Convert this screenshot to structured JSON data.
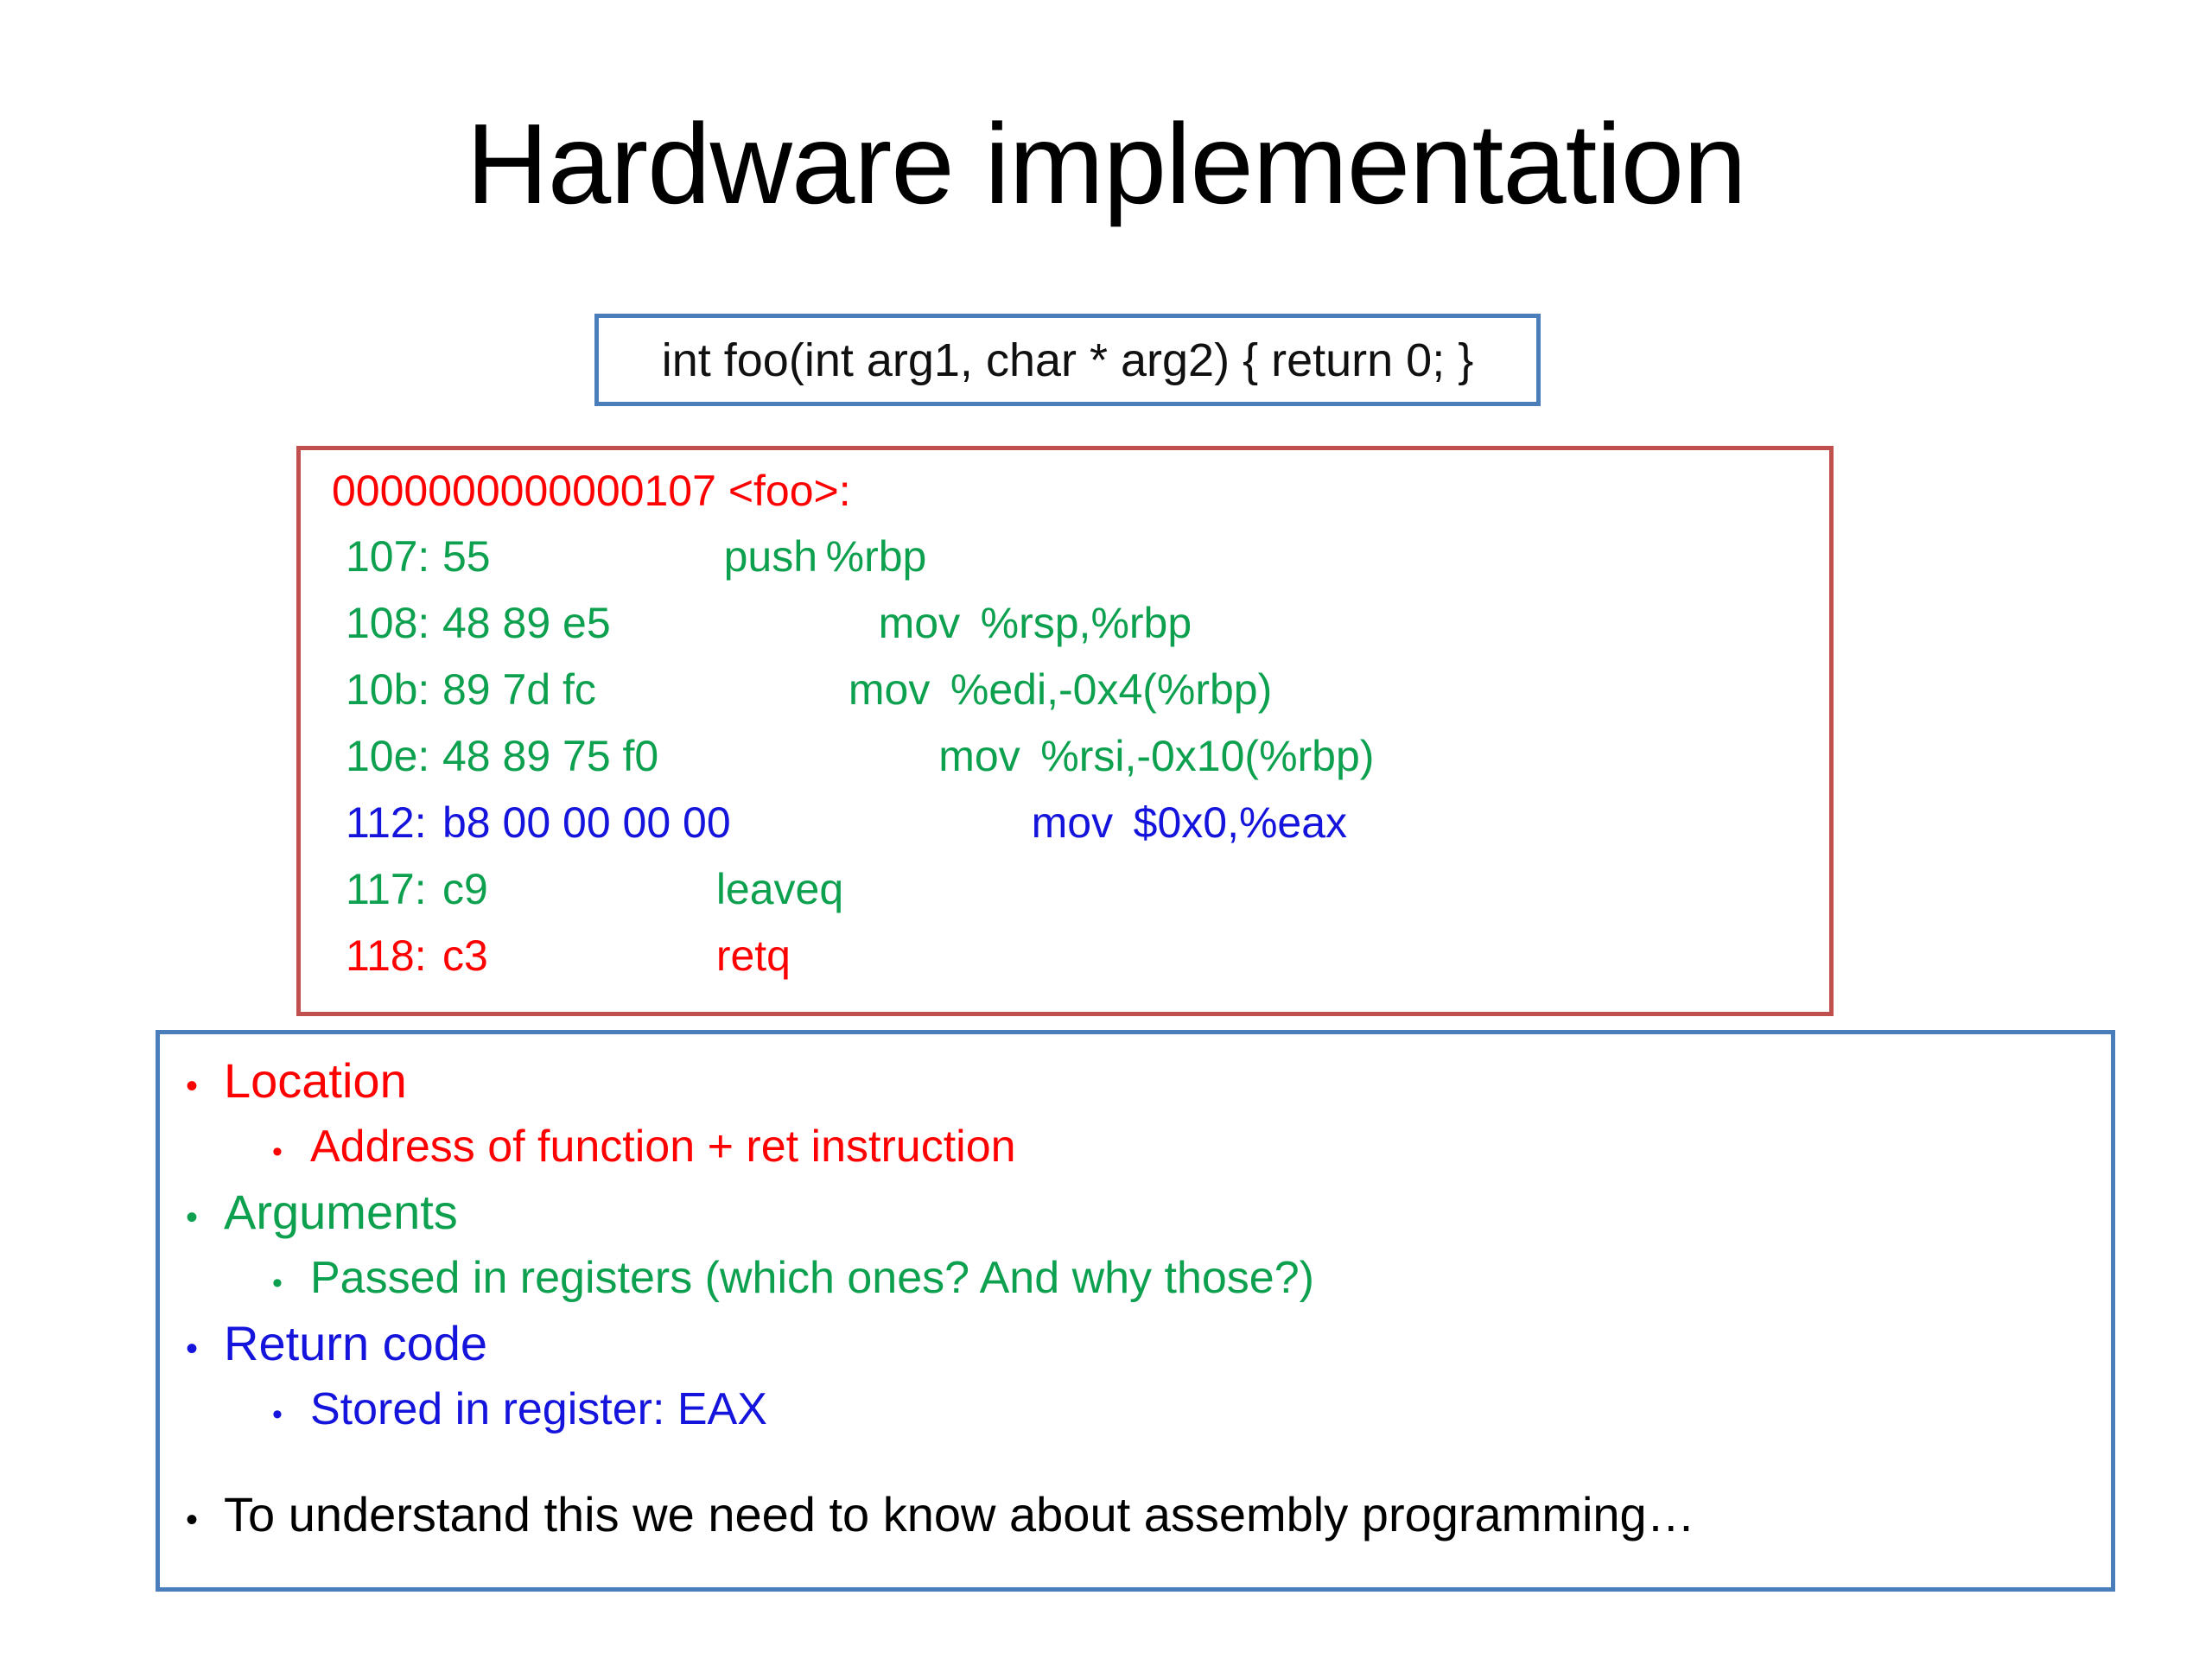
{
  "slide": {
    "title": "Hardware implementation"
  },
  "c_source": {
    "code": "int foo(int arg1, char * arg2) { return 0; }",
    "border_color": "#4A7EBB"
  },
  "disassembly": {
    "border_color": "#C0504D",
    "header": "0000000000000107 <foo>:",
    "header_color": "#FF0000",
    "lines": [
      {
        "addr": "107:",
        "bytes": "55",
        "mnem": "push",
        "ops": "%rbp",
        "color": "#0DA14F",
        "indent": 270
      },
      {
        "addr": "108:",
        "bytes": "48 89 e5",
        "mnem": "mov",
        "ops": "%rsp,%rbp",
        "color": "#0DA14F",
        "indent": 310
      },
      {
        "addr": "10b:",
        "bytes": "89 7d fc",
        "mnem": "mov",
        "ops": "%edi,-0x4(%rbp)",
        "color": "#0DA14F",
        "indent": 292
      },
      {
        "addr": "10e:",
        "bytes": "48 89 75 f0",
        "mnem": "mov",
        "ops": "%rsi,-0x10(%rbp)",
        "color": "#0DA14F",
        "indent": 324
      },
      {
        "addr": "112:",
        "bytes": "b8 00 00 00 00",
        "mnem": "mov",
        "ops": "$0x0,%eax",
        "color": "#1414DC",
        "indent": 348
      },
      {
        "addr": "117:",
        "bytes": "c9",
        "mnem": "leaveq",
        "ops": "",
        "color": "#0DA14F",
        "indent": 264
      },
      {
        "addr": "118:",
        "bytes": "c3",
        "mnem": "retq",
        "ops": "",
        "color": "#FF0000",
        "indent": 264
      }
    ]
  },
  "bullets": {
    "border_color": "#4A7EBB",
    "items": [
      {
        "level": 1,
        "text": "Location",
        "color": "#FF0000",
        "dot": "•"
      },
      {
        "level": 2,
        "text": "Address of function + ret instruction",
        "color": "#FF0000",
        "dot": "•"
      },
      {
        "level": 1,
        "text": "Arguments",
        "color": "#0DA14F",
        "dot": "•"
      },
      {
        "level": 2,
        "text": "Passed in registers (which ones? And why those?)",
        "color": "#0DA14F",
        "dot": "•"
      },
      {
        "level": 1,
        "text": "Return code",
        "color": "#1414DC",
        "dot": "•"
      },
      {
        "level": 2,
        "text": "Stored in register: EAX",
        "color": "#1414DC",
        "dot": "•"
      },
      {
        "level": 0,
        "text": "",
        "color": "#000000",
        "dot": ""
      },
      {
        "level": 1,
        "text": "To understand this we need to know about assembly programming…",
        "color": "#000000",
        "dot": "•"
      }
    ]
  }
}
